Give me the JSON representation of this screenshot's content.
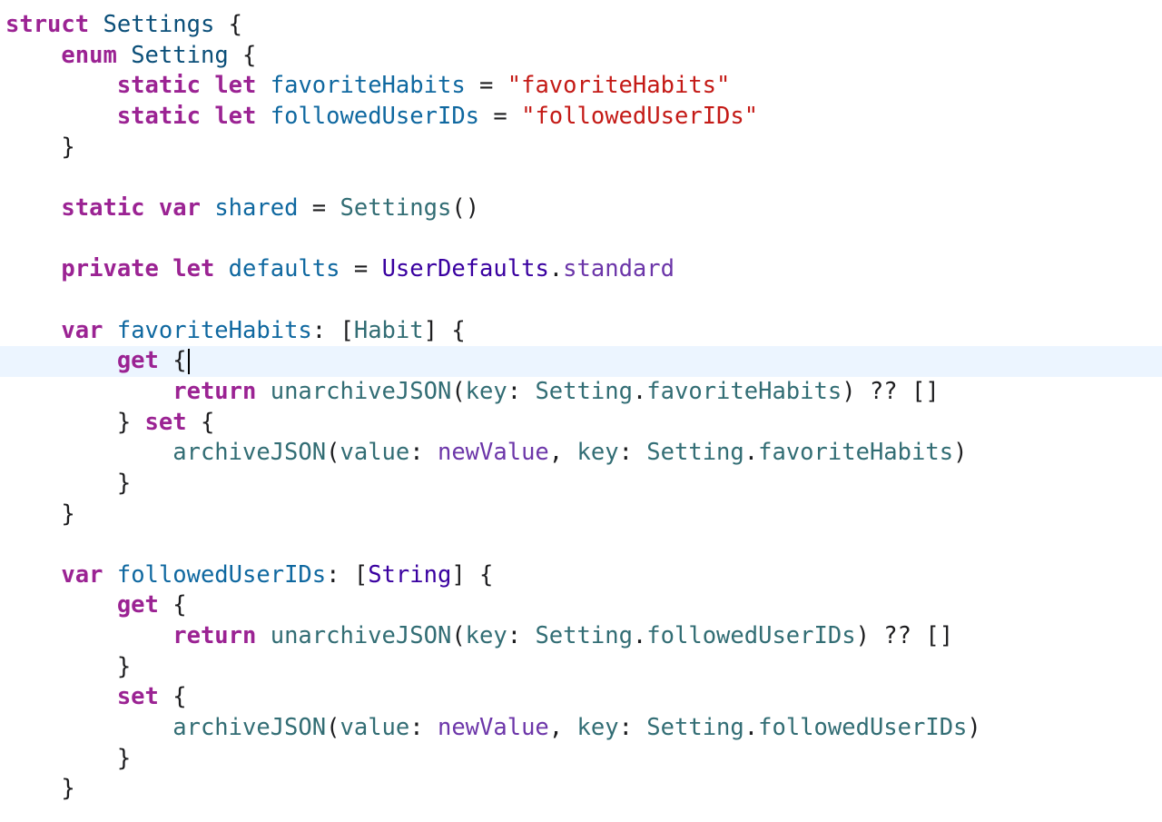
{
  "editor": {
    "current_line_index": 11,
    "cursor_after_token": "get {",
    "colors": {
      "keyword": "#9b2393",
      "type_declaration": "#0b4f79",
      "system_type": "#3900a0",
      "property": "#0f68a0",
      "string": "#c41a16",
      "function": "#326d74",
      "system_member": "#6c36a9",
      "plain": "#1d1d1f",
      "current_line_highlight": "#ecf5ff"
    },
    "lines": [
      [
        [
          "kw",
          "struct"
        ],
        [
          "pl",
          " "
        ],
        [
          "ty",
          "Settings"
        ],
        [
          "pl",
          " {"
        ]
      ],
      [
        [
          "pl",
          "    "
        ],
        [
          "kw",
          "enum"
        ],
        [
          "pl",
          " "
        ],
        [
          "ty",
          "Setting"
        ],
        [
          "pl",
          " {"
        ]
      ],
      [
        [
          "pl",
          "        "
        ],
        [
          "kw",
          "static"
        ],
        [
          "pl",
          " "
        ],
        [
          "kw",
          "let"
        ],
        [
          "pl",
          " "
        ],
        [
          "prop",
          "favoriteHabits"
        ],
        [
          "pl",
          " = "
        ],
        [
          "str",
          "\"favoriteHabits\""
        ]
      ],
      [
        [
          "pl",
          "        "
        ],
        [
          "kw",
          "static"
        ],
        [
          "pl",
          " "
        ],
        [
          "kw",
          "let"
        ],
        [
          "pl",
          " "
        ],
        [
          "prop",
          "followedUserIDs"
        ],
        [
          "pl",
          " = "
        ],
        [
          "str",
          "\"followedUserIDs\""
        ]
      ],
      [
        [
          "pl",
          "    }"
        ]
      ],
      [],
      [
        [
          "pl",
          "    "
        ],
        [
          "kw",
          "static"
        ],
        [
          "pl",
          " "
        ],
        [
          "kw",
          "var"
        ],
        [
          "pl",
          " "
        ],
        [
          "prop",
          "shared"
        ],
        [
          "pl",
          " = "
        ],
        [
          "fn",
          "Settings"
        ],
        [
          "pl",
          "()"
        ]
      ],
      [],
      [
        [
          "pl",
          "    "
        ],
        [
          "kw",
          "private"
        ],
        [
          "pl",
          " "
        ],
        [
          "kw",
          "let"
        ],
        [
          "pl",
          " "
        ],
        [
          "prop",
          "defaults"
        ],
        [
          "pl",
          " = "
        ],
        [
          "ty2",
          "UserDefaults"
        ],
        [
          "pl",
          "."
        ],
        [
          "m2",
          "standard"
        ]
      ],
      [],
      [
        [
          "pl",
          "    "
        ],
        [
          "kw",
          "var"
        ],
        [
          "pl",
          " "
        ],
        [
          "prop",
          "favoriteHabits"
        ],
        [
          "pl",
          ": ["
        ],
        [
          "fn",
          "Habit"
        ],
        [
          "pl",
          "] {"
        ]
      ],
      [
        [
          "pl",
          "        "
        ],
        [
          "kw",
          "get"
        ],
        [
          "pl",
          " {"
        ]
      ],
      [
        [
          "pl",
          "            "
        ],
        [
          "kw",
          "return"
        ],
        [
          "pl",
          " "
        ],
        [
          "fn",
          "unarchiveJSON"
        ],
        [
          "pl",
          "("
        ],
        [
          "fn",
          "key"
        ],
        [
          "pl",
          ": "
        ],
        [
          "fn",
          "Setting"
        ],
        [
          "pl",
          "."
        ],
        [
          "fn",
          "favoriteHabits"
        ],
        [
          "pl",
          ") ?? []"
        ]
      ],
      [
        [
          "pl",
          "        } "
        ],
        [
          "kw",
          "set"
        ],
        [
          "pl",
          " {"
        ]
      ],
      [
        [
          "pl",
          "            "
        ],
        [
          "fn",
          "archiveJSON"
        ],
        [
          "pl",
          "("
        ],
        [
          "fn",
          "value"
        ],
        [
          "pl",
          ": "
        ],
        [
          "m2",
          "newValue"
        ],
        [
          "pl",
          ", "
        ],
        [
          "fn",
          "key"
        ],
        [
          "pl",
          ": "
        ],
        [
          "fn",
          "Setting"
        ],
        [
          "pl",
          "."
        ],
        [
          "fn",
          "favoriteHabits"
        ],
        [
          "pl",
          ")"
        ]
      ],
      [
        [
          "pl",
          "        }"
        ]
      ],
      [
        [
          "pl",
          "    }"
        ]
      ],
      [],
      [
        [
          "pl",
          "    "
        ],
        [
          "kw",
          "var"
        ],
        [
          "pl",
          " "
        ],
        [
          "prop",
          "followedUserIDs"
        ],
        [
          "pl",
          ": ["
        ],
        [
          "ty2",
          "String"
        ],
        [
          "pl",
          "] {"
        ]
      ],
      [
        [
          "pl",
          "        "
        ],
        [
          "kw",
          "get"
        ],
        [
          "pl",
          " {"
        ]
      ],
      [
        [
          "pl",
          "            "
        ],
        [
          "kw",
          "return"
        ],
        [
          "pl",
          " "
        ],
        [
          "fn",
          "unarchiveJSON"
        ],
        [
          "pl",
          "("
        ],
        [
          "fn",
          "key"
        ],
        [
          "pl",
          ": "
        ],
        [
          "fn",
          "Setting"
        ],
        [
          "pl",
          "."
        ],
        [
          "fn",
          "followedUserIDs"
        ],
        [
          "pl",
          ") ?? []"
        ]
      ],
      [
        [
          "pl",
          "        }"
        ]
      ],
      [
        [
          "pl",
          "        "
        ],
        [
          "kw",
          "set"
        ],
        [
          "pl",
          " {"
        ]
      ],
      [
        [
          "pl",
          "            "
        ],
        [
          "fn",
          "archiveJSON"
        ],
        [
          "pl",
          "("
        ],
        [
          "fn",
          "value"
        ],
        [
          "pl",
          ": "
        ],
        [
          "m2",
          "newValue"
        ],
        [
          "pl",
          ", "
        ],
        [
          "fn",
          "key"
        ],
        [
          "pl",
          ": "
        ],
        [
          "fn",
          "Setting"
        ],
        [
          "pl",
          "."
        ],
        [
          "fn",
          "followedUserIDs"
        ],
        [
          "pl",
          ")"
        ]
      ],
      [
        [
          "pl",
          "        }"
        ]
      ],
      [
        [
          "pl",
          "    }"
        ]
      ]
    ]
  }
}
